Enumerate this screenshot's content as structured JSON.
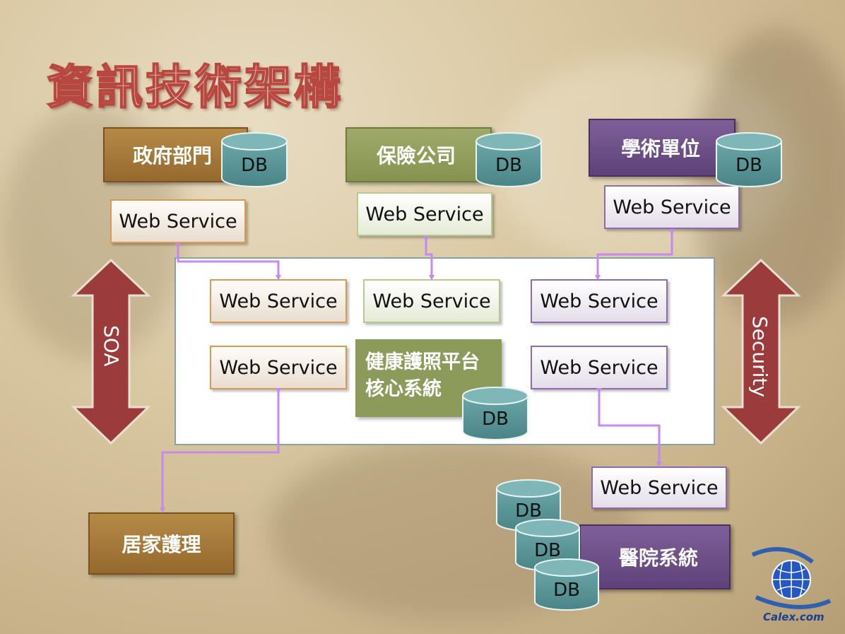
{
  "title": "資訊技術架構",
  "entities": {
    "government": "政府部門",
    "insurance": "保險公司",
    "academic": "學術單位",
    "homecare": "居家護理",
    "hospital": "醫院系統"
  },
  "core": {
    "line1": "健康護照平台",
    "line2": "核心系統"
  },
  "ws_label": "Web Service",
  "db_label": "DB",
  "left_arrow": "SOA",
  "right_arrow": "Security",
  "logo": "Calex.com",
  "colors": {
    "orange": "#a57a3c",
    "green": "#8c9a5a",
    "purple": "#6d4f87",
    "db": "#5b9597",
    "arrow": "#9b3b3b",
    "connector": "#c58af0"
  }
}
